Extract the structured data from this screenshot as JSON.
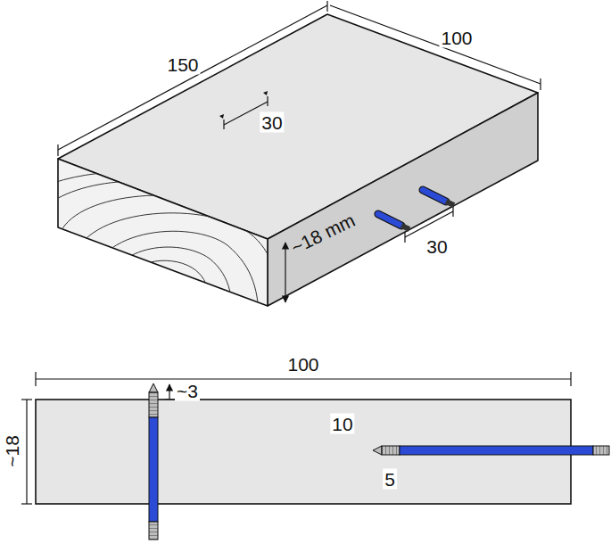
{
  "diagram": {
    "labels": [
      "150",
      "100",
      "30",
      "~18 mm",
      "30",
      "100",
      "~18",
      "~3",
      "10",
      "5"
    ]
  }
}
